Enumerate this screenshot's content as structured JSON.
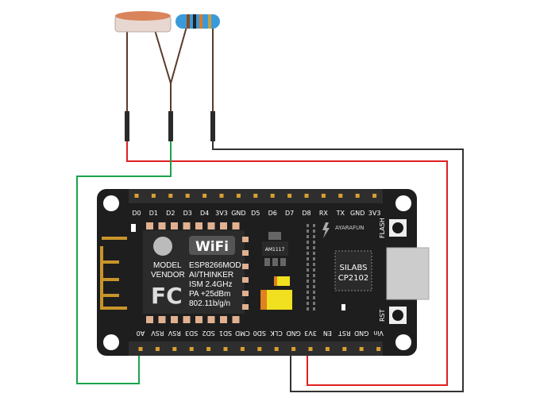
{
  "board": {
    "top_pins": [
      "D0",
      "D1",
      "D2",
      "D3",
      "D4",
      "3V3",
      "GND",
      "D5",
      "D6",
      "D7",
      "D8",
      "RX",
      "TX",
      "GND",
      "3V3"
    ],
    "bottom_pins": [
      "A0",
      "RSV",
      "RSV",
      "SD3",
      "SD2",
      "SD1",
      "CMD",
      "SD0",
      "CLK",
      "GND",
      "3V3",
      "EN",
      "RST",
      "GND",
      "Vin"
    ],
    "module": {
      "model": "MODEL",
      "vendor": "VENDOR",
      "line1": "ESP8266MOD",
      "line2": "AI/THINKER",
      "line3": "ISM 2.4GHz",
      "line4": "PA +25dBm",
      "line5": "802.11b/g/n",
      "wifi": "WiFi",
      "fcc": "FC"
    },
    "regulator": "AM1117",
    "brand": "AYARAFUN",
    "usb_chip": {
      "line1": "SILABS",
      "line2": "CP2102"
    },
    "flash_label": "FLASH",
    "rst_label": "RST"
  },
  "wires": {
    "red": "#e02020",
    "green": "#1aa34a",
    "black": "#333333"
  }
}
